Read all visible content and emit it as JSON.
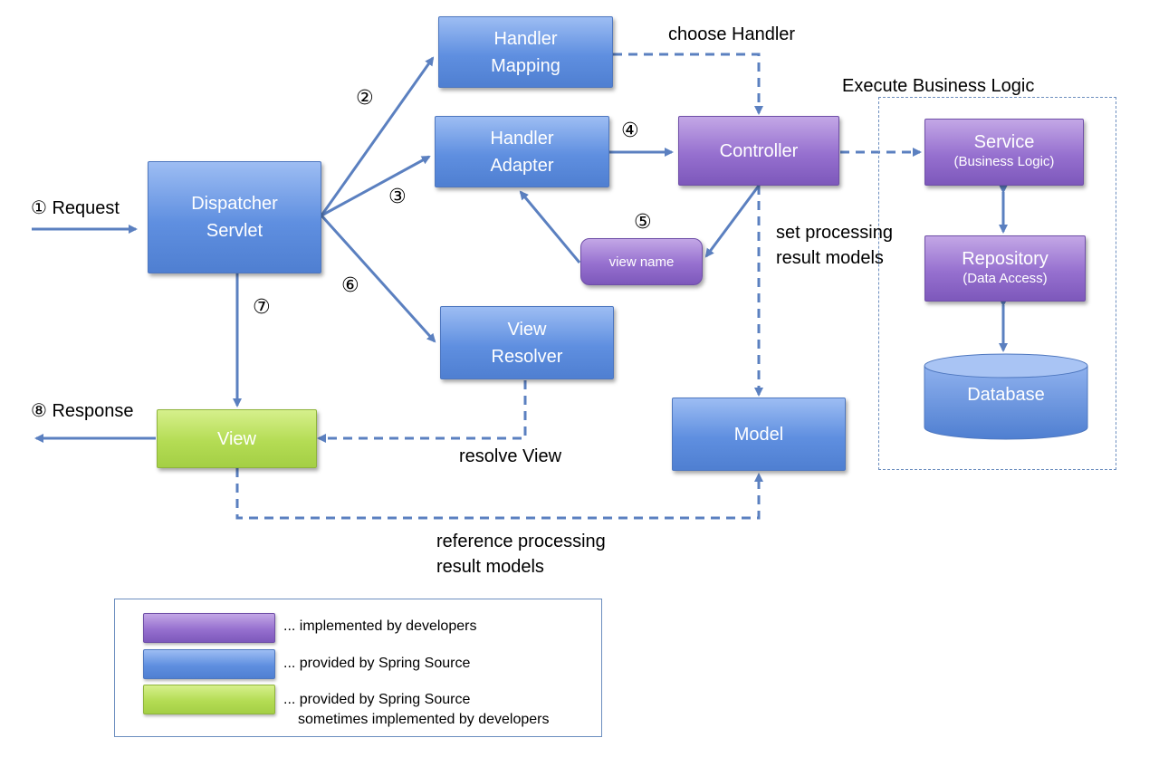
{
  "colors": {
    "arrow": "#5b80c0",
    "developer": "#9670cf",
    "spring": "#5f8fe0",
    "spring_optional": "#b4dc54"
  },
  "nodes": {
    "dispatcher": "Dispatcher\nServlet",
    "handler_mapping": "Handler\nMapping",
    "handler_adapter": "Handler\nAdapter",
    "controller": "Controller",
    "view_name": "view name",
    "view_resolver": "View\nResolver",
    "view": "View",
    "model": "Model",
    "service": "Service",
    "service_sub": "(Business Logic)",
    "repository": "Repository",
    "repository_sub": "(Data Access)",
    "database": "Database"
  },
  "labels": {
    "request": "① Request",
    "response": "⑧ Response",
    "choose_handler": "choose Handler",
    "execute_business_logic": "Execute Business Logic",
    "set_processing_1": "set processing",
    "set_processing_2": "result models",
    "resolve_view": "resolve View",
    "reference_1": "reference processing",
    "reference_2": "result models"
  },
  "steps": {
    "s2": "②",
    "s3": "③",
    "s4": "④",
    "s5": "⑤",
    "s6": "⑥",
    "s7": "⑦"
  },
  "legend": {
    "developer": "... implemented by developers",
    "spring": "... provided by Spring Source",
    "optional_1": "... provided by Spring Source",
    "optional_2": "sometimes implemented by developers"
  }
}
